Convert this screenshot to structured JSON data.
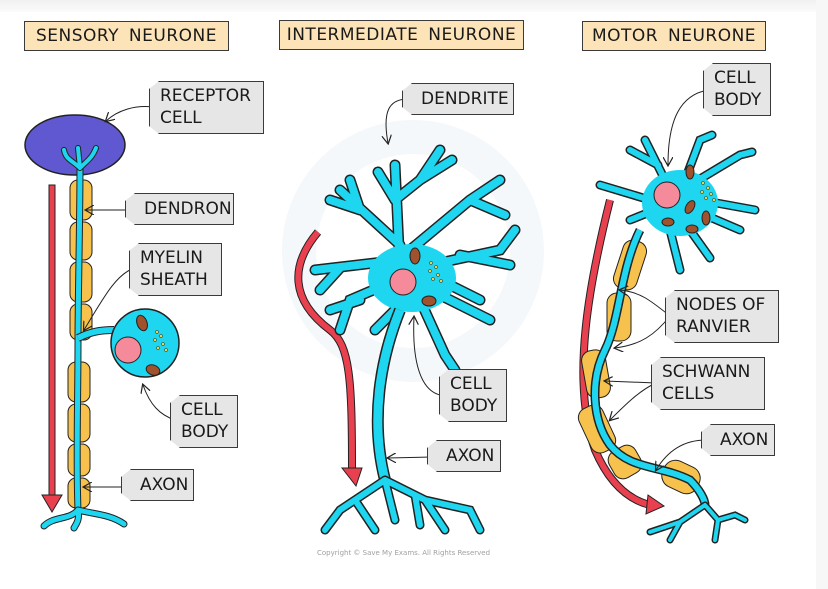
{
  "diagram": {
    "colors": {
      "neurone_fill": "#1ed6f0",
      "receptor_fill": "#6058d0",
      "myelin_fill": "#f6c14c",
      "nucleus_fill": "#f48a9a",
      "arrow_red": "#e8404e",
      "title_bg": "#fde3b8",
      "label_bg": "#e6e6e6"
    },
    "panels": [
      {
        "title": "SENSORY NEURONE",
        "labels": [
          "RECEPTOR\nCELL",
          "DENDRON",
          "MYELIN\nSHEATH",
          "CELL\nBODY",
          "AXON"
        ]
      },
      {
        "title": "INTERMEDIATE NEURONE",
        "labels": [
          "DENDRITE",
          "CELL\nBODY",
          "AXON"
        ]
      },
      {
        "title": "MOTOR NEURONE",
        "labels": [
          "CELL\nBODY",
          "NODES OF\nRANVIER",
          "SCHWANN\nCELLS",
          "AXON"
        ]
      }
    ],
    "copyright": "Copyright © Save My Exams. All Rights Reserved"
  }
}
